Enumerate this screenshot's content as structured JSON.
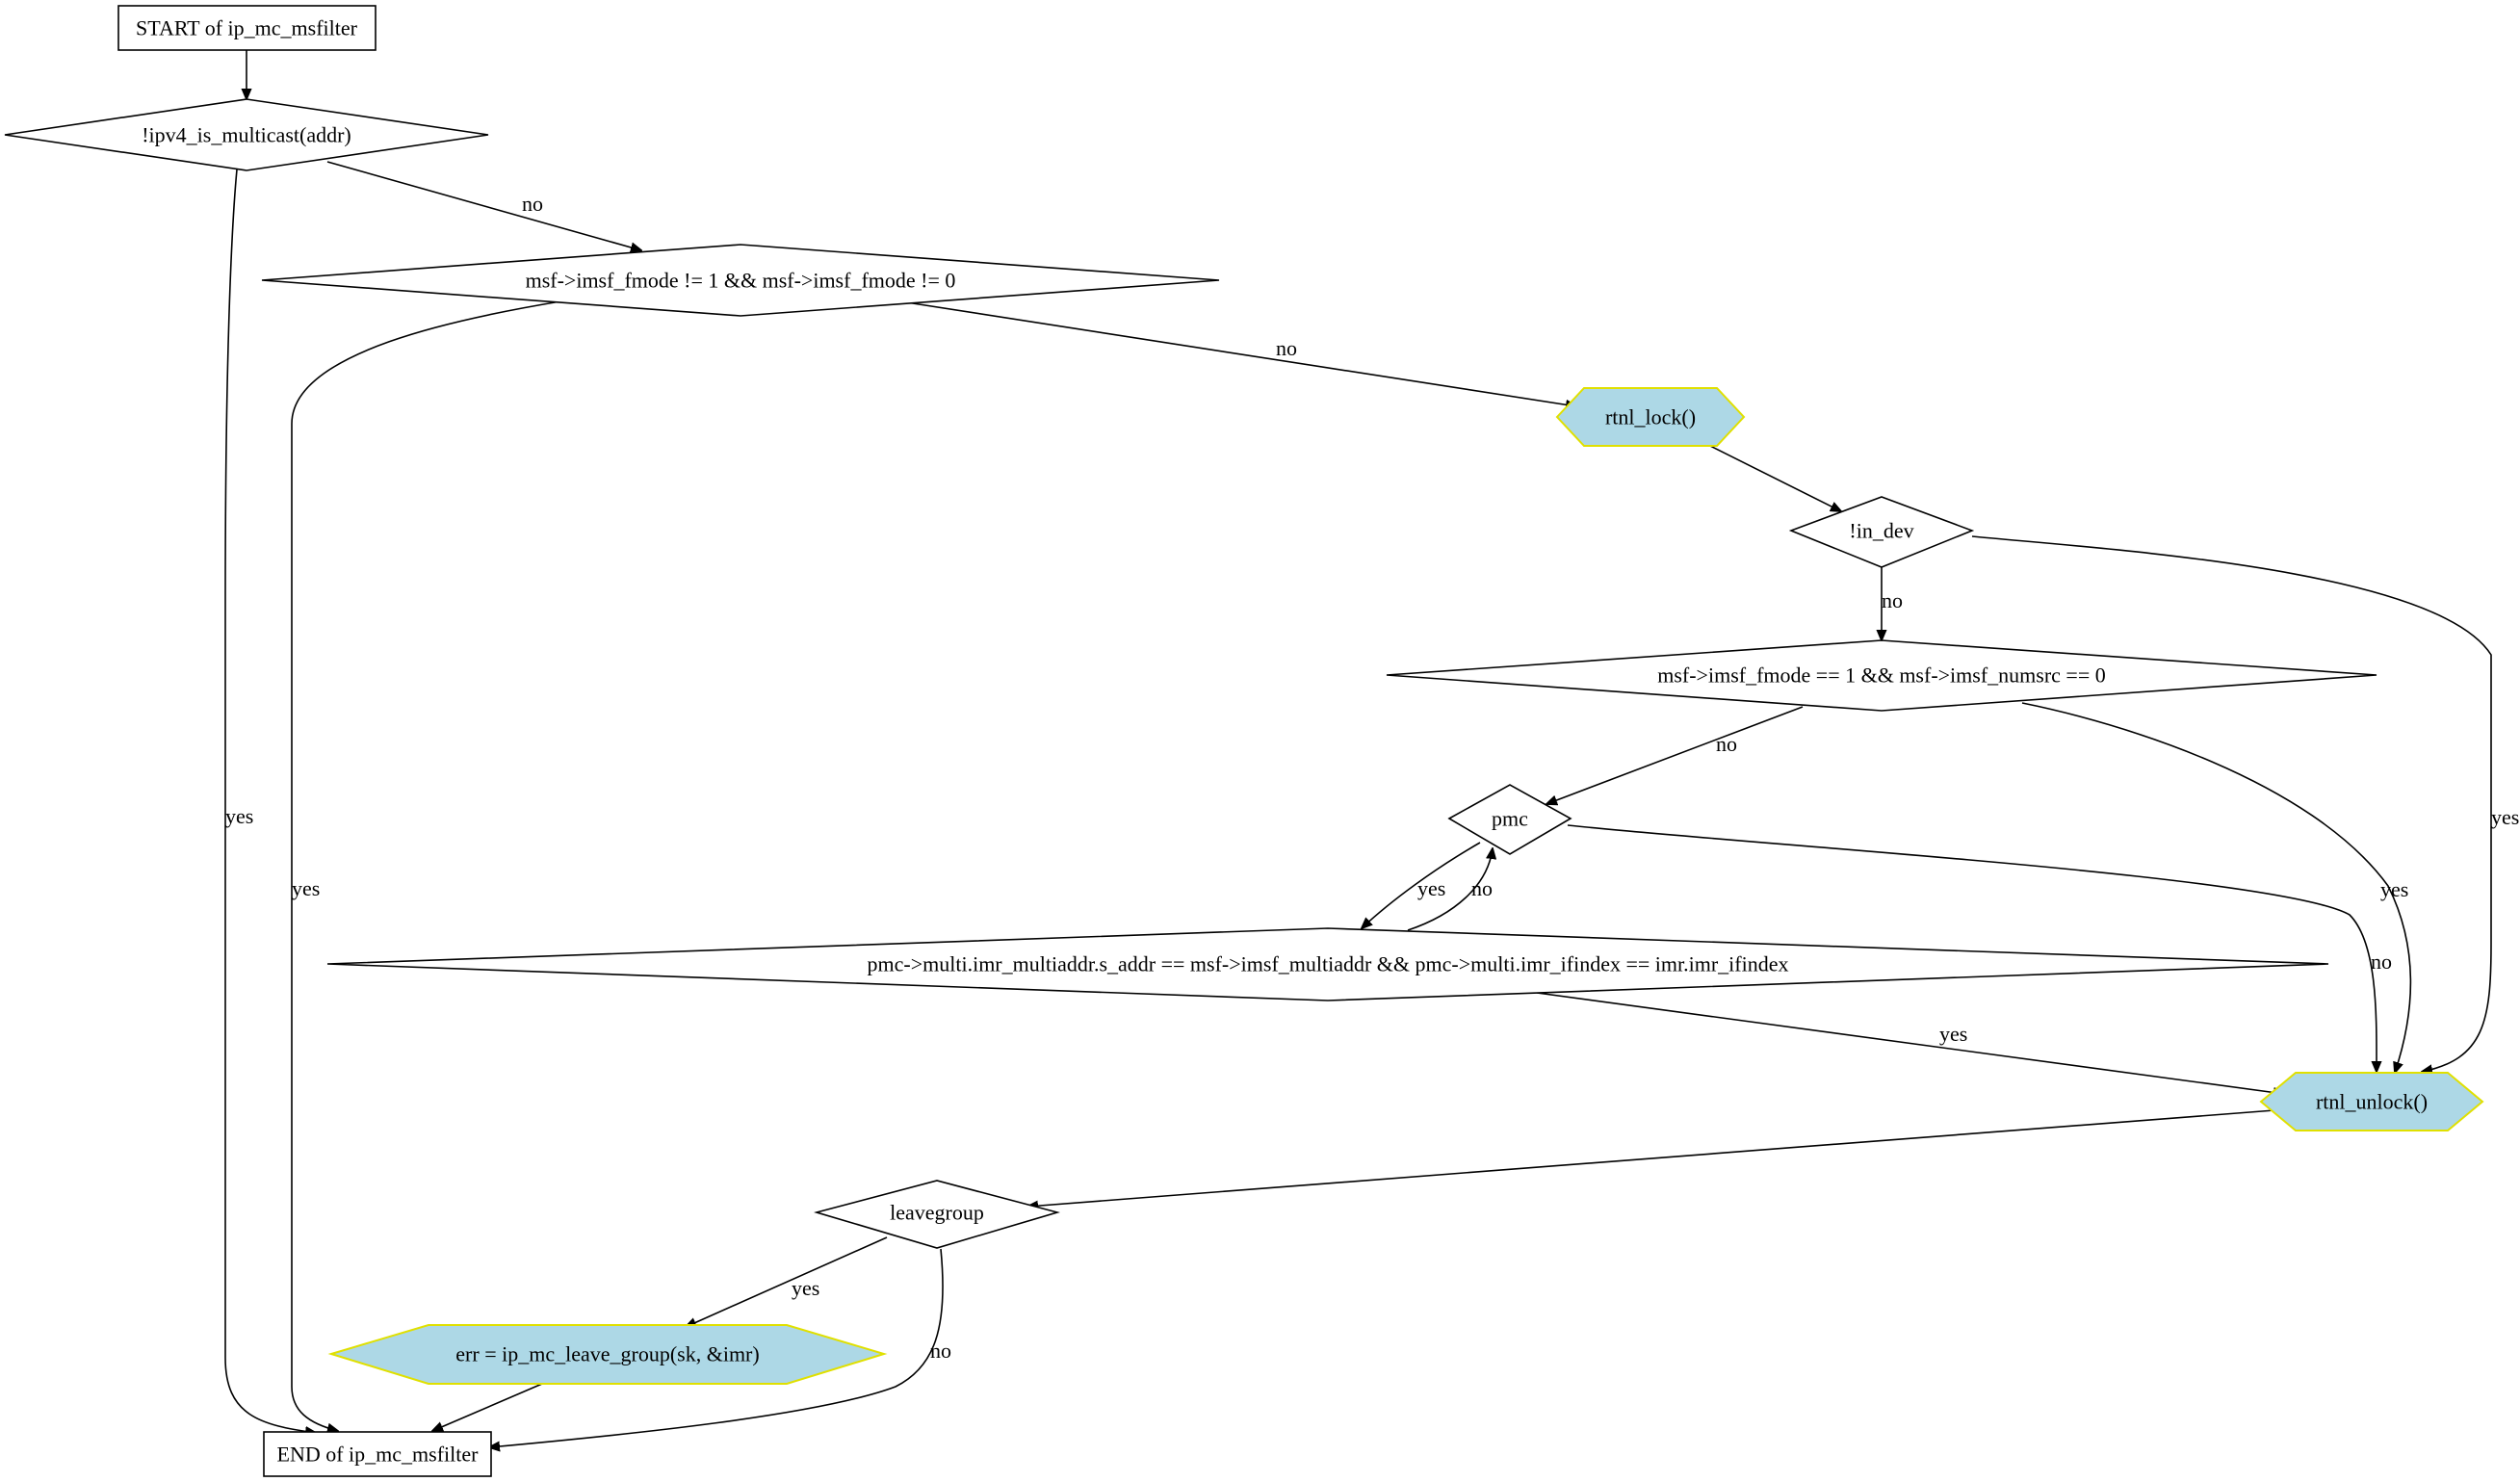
{
  "diagram": {
    "nodes": {
      "start": "START of ip_mc_msfilter",
      "is_multicast": "!ipv4_is_multicast(addr)",
      "fmode_check": "msf->imsf_fmode != 1 && msf->imsf_fmode != 0",
      "rtnl_lock": "rtnl_lock()",
      "in_dev": "!in_dev",
      "numsrc_check": "msf->imsf_fmode == 1 && msf->imsf_numsrc == 0",
      "pmc": "pmc",
      "addr_check": "pmc->multi.imr_multiaddr.s_addr == msf->imsf_multiaddr && pmc->multi.imr_ifindex == imr.imr_ifindex",
      "rtnl_unlock": "rtnl_unlock()",
      "leavegroup": "leavegroup",
      "leave_group": "err = ip_mc_leave_group(sk, &imr)",
      "end": "END of ip_mc_msfilter"
    },
    "edge_labels": {
      "is_multicast_no": "no",
      "is_multicast_yes": "yes",
      "fmode_no": "no",
      "fmode_yes": "yes",
      "in_dev_no": "no",
      "in_dev_yes": "yes",
      "numsrc_no": "no",
      "numsrc_yes": "yes",
      "pmc_yes": "yes",
      "pmc_no": "no",
      "addr_no": "no",
      "addr_yes": "yes",
      "leavegroup_yes": "yes",
      "leavegroup_no": "no"
    },
    "colors": {
      "action_fill": "#add8e6",
      "action_stroke": "#e0e000"
    }
  }
}
